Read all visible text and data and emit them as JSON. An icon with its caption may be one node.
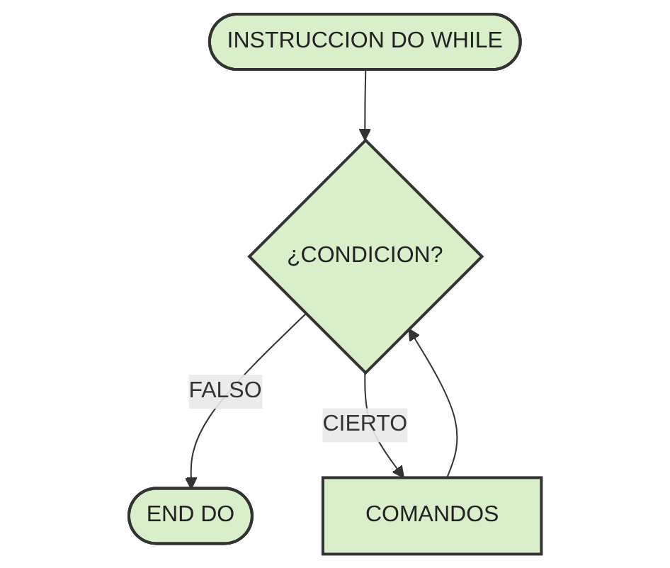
{
  "diagram": {
    "nodes": [
      {
        "text": [
          "INSTRUCCION DO WHILE"
        ]
      },
      {
        "text": [
          "¿CONDICION?"
        ]
      },
      {
        "text": [
          "END DO"
        ]
      },
      {
        "text": [
          "COMANDOS"
        ]
      }
    ],
    "edges": [
      {
        "from": 0,
        "to": 1,
        "arrow": "to"
      },
      {
        "from": 1,
        "to": 2,
        "label": "FALSO",
        "arrow": "to"
      },
      {
        "from": 1,
        "to": 3,
        "label": "CIERTO",
        "arrow": "to"
      },
      {
        "from": 3,
        "to": 1,
        "arrow": "to"
      }
    ]
  }
}
